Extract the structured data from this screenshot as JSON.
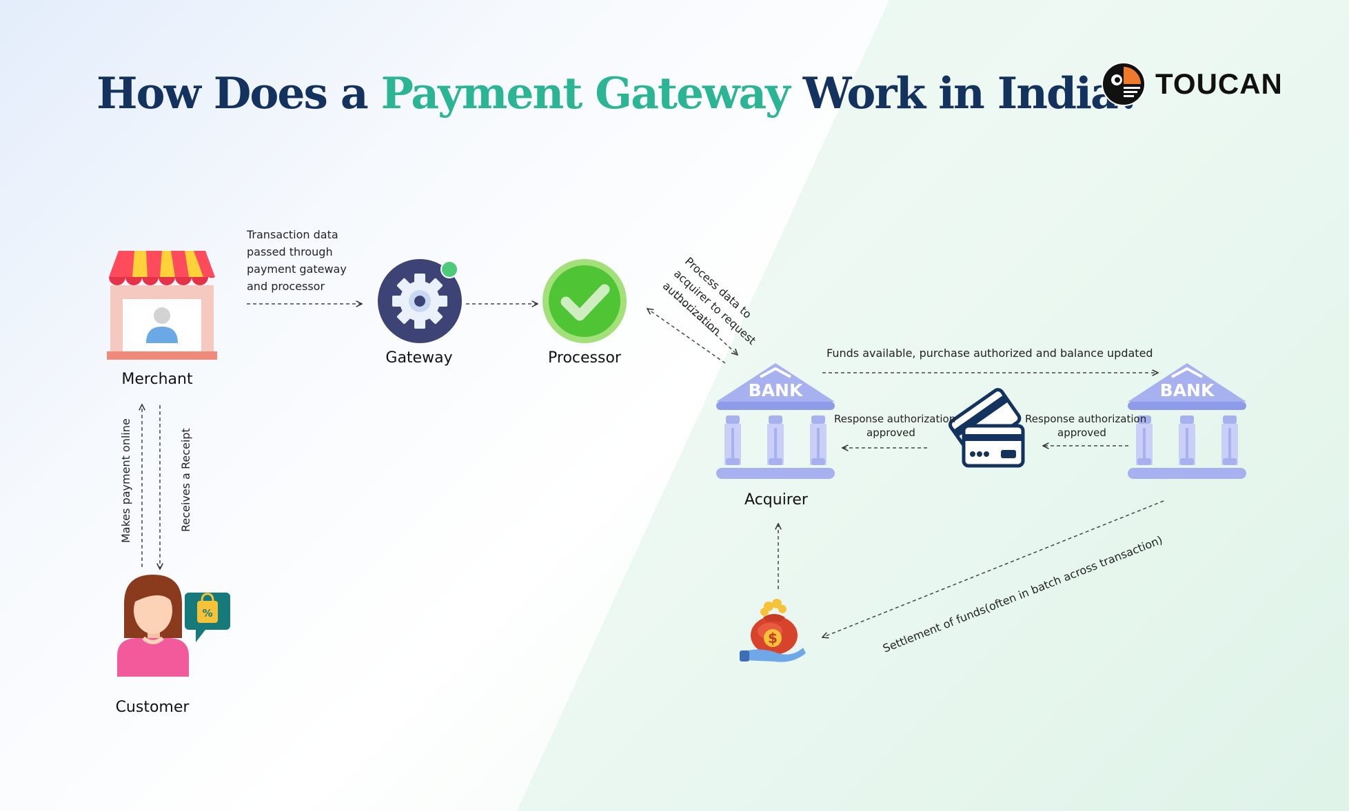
{
  "title": {
    "prefix": "How Does a ",
    "highlight": "Payment Gateway",
    "suffix": " Work in India?"
  },
  "brand": {
    "name": "TOUCAN"
  },
  "nodes": {
    "merchant": "Merchant",
    "customer": "Customer",
    "gateway": "Gateway",
    "processor": "Processor",
    "acquirer": "Acquirer",
    "issuer_bank_sign": "BANK",
    "acquirer_bank_sign": "BANK"
  },
  "edges": {
    "transaction_data": [
      "Transaction data",
      "passed through",
      "payment gateway",
      "and processor"
    ],
    "makes_payment": "Makes payment online",
    "receives_receipt": "Receives a Receipt",
    "process_data": [
      "Process data to",
      "acquirer to request",
      "authorization"
    ],
    "funds_available": "Funds available, purchase authorized  and balance updated",
    "response_left": [
      "Response authorization",
      "approved"
    ],
    "response_right": [
      "Response authorization",
      "approved"
    ],
    "settlement": "Settlement of funds(often in batch across transaction)"
  },
  "colors": {
    "title_dark": "#14325e",
    "title_accent": "#2bb594",
    "bank": "#a7b1ef",
    "gateway_circle": "#3d4475",
    "processor_green": "#4fc536"
  },
  "icons": [
    "storefront-icon",
    "gear-icon",
    "check-badge-icon",
    "bank-icon",
    "credit-card-icon",
    "money-bag-icon",
    "customer-icon",
    "shopping-bag-icon",
    "toucan-logo-icon"
  ]
}
